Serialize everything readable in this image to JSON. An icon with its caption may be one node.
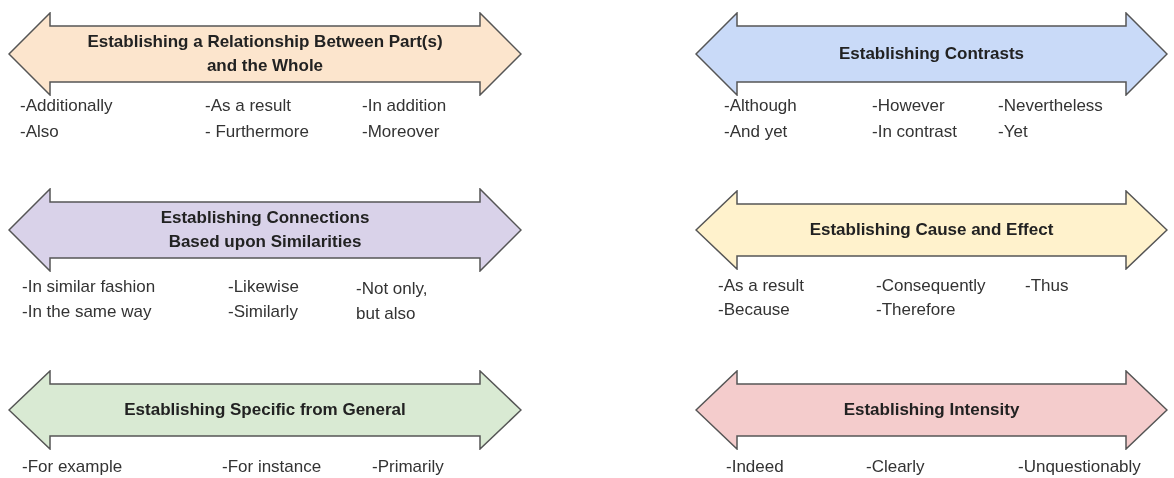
{
  "diagram": {
    "nodes": [
      {
        "text": [
          "Establishing a Relationship Between Part(s) and the Whole"
        ],
        "beside": [
          "-Additionally",
          "-As a result",
          "-In addition",
          "-Also",
          "- Furthermore",
          "-Moreover"
        ]
      },
      {
        "text": [
          "Establishing Contrasts"
        ],
        "beside": [
          "-Although",
          "-However",
          "-Nevertheless",
          "-And yet",
          "-In contrast",
          "-Yet"
        ]
      },
      {
        "text": [
          "Establishing Connections Based upon Similarities"
        ],
        "beside": [
          "-In similar fashion",
          "-Likewise",
          "-Not only, but also",
          "-In the same way",
          "-Similarly"
        ]
      },
      {
        "text": [
          "Establishing Cause and Effect"
        ],
        "beside": [
          "-As a result",
          "-Consequently",
          "-Thus",
          "-Because",
          "-Therefore"
        ]
      },
      {
        "text": [
          "Establishing Specific from General"
        ],
        "beside": [
          "-For example",
          "-For instance",
          "-Primarily"
        ]
      },
      {
        "text": [
          "Establishing Intensity"
        ],
        "beside": [
          "-Indeed",
          "-Clearly",
          "-Unquestionably"
        ]
      }
    ]
  }
}
